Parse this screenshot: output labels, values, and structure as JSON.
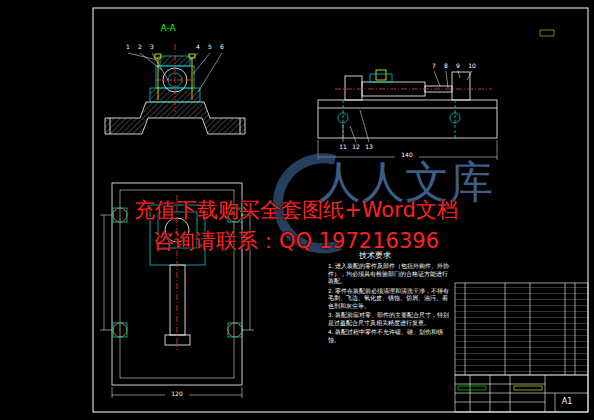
{
  "diagram": {
    "labels": [
      "A-A",
      "1",
      "2",
      "3",
      "4",
      "5",
      "6",
      "7",
      "8",
      "9",
      "10",
      "11",
      "12",
      "13",
      "140",
      "120",
      "人人文库",
      "充值下载购买全套图纸+Word文档",
      "咨询请联系：QQ 197216396",
      "技术要求",
      "1. 进入装配的零件及部件（包括外购件、外协件），均必须具有检验部门的合格证方能进行装配。",
      "2. 零件在装配前必须清理和清洗干净，不得有毛刺、飞边、氧化皮、锈蚀、切屑、油污、着色剂和灰尘等。",
      "3. 装配前应对零、部件的主要配合尺寸，特别是过盈配合尺寸及相关精度进行复查。",
      "4. 装配过程中零件不允许磕、碰、划伤和锈蚀。",
      "A1"
    ]
  }
}
